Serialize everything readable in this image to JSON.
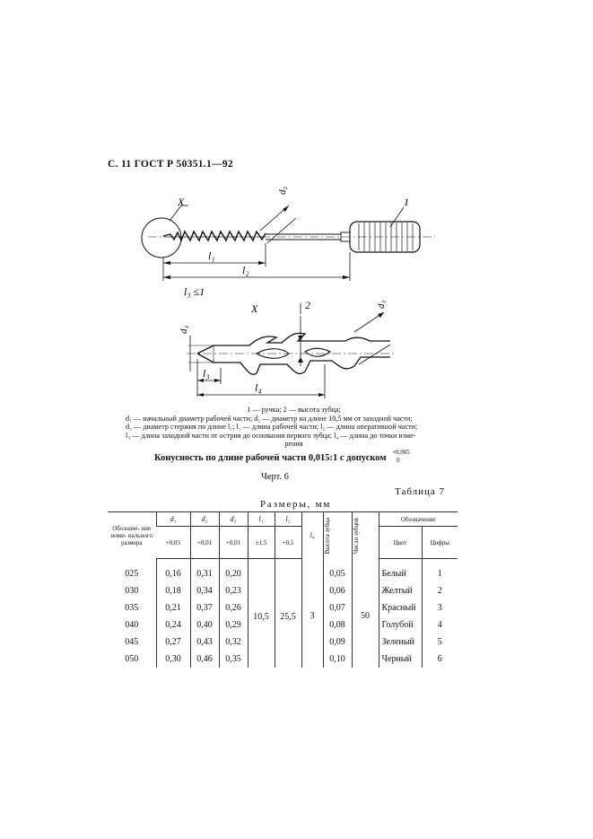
{
  "header": "С. 11 ГОСТ Р 50351.1—92",
  "drawing_top": {
    "label_x": "X",
    "label_1": "1",
    "label_d2": "d₂",
    "label_l1": "l₁",
    "label_l2": "l₂",
    "label_l3": "l₃ ≤1"
  },
  "drawing_detail": {
    "label_x": "X",
    "label_2": "2",
    "label_d1": "d₁",
    "label_d3": "d₃",
    "label_l3": "l₃",
    "label_l4": "l₄"
  },
  "legend": {
    "line1": "1 — ручка; 2 — высота зубца;",
    "line2": "d₁ — начальный диаметр рабочей части; d₂ — диаметр на длине 10,5 мм от заходной части;",
    "line3": "d₃ — диаметр стержня по длине l₁; l₁ — длина рабочей части; l₂ — длина оперативной части;",
    "line4": "l₃ — длина заходной части от острия до основания первого зубца; l₄ — длина до точки изме-",
    "line5": "рения"
  },
  "konus": {
    "text": "Конусность по длине рабочей части 0,015:1 с допуском",
    "tol_upper": "+0,005",
    "tol_lower": "0"
  },
  "chert": "Черт. 6",
  "table_title": "Таблица 7",
  "table_caption": "Размеры, мм",
  "table": {
    "h_designation": "Обозначе- ние номи- нального размера",
    "h_d1": "d₁",
    "h_d2": "d₂",
    "h_d3": "d₃",
    "h_l1": "l₁",
    "h_l2": "l₂",
    "h_l4": "l₄",
    "h_tooth_height": "Высота зубца",
    "h_tooth_count": "Число зубцов",
    "h_marking": "Обозначение",
    "h_color": "Цвет",
    "h_digits": "Цифры",
    "t_d1": "+0,03",
    "t_d2": "+0,01",
    "t_d3": "+0,01",
    "t_l1": "±1,5",
    "t_l2": "+0,5",
    "l1_value": "10,5",
    "l2_value": "25,5",
    "l4_value": "3",
    "tooth_count_value": "50",
    "rows": [
      {
        "size": "025",
        "d1": "0,16",
        "d2": "0,31",
        "d3": "0,20",
        "h": "0,05",
        "color": "Белый",
        "digit": "1"
      },
      {
        "size": "030",
        "d1": "0,18",
        "d2": "0,34",
        "d3": "0,23",
        "h": "0,06",
        "color": "Желтый",
        "digit": "2"
      },
      {
        "size": "035",
        "d1": "0,21",
        "d2": "0,37",
        "d3": "0,26",
        "h": "0,07",
        "color": "Красный",
        "digit": "3"
      },
      {
        "size": "040",
        "d1": "0,24",
        "d2": "0,40",
        "d3": "0,29",
        "h": "0,08",
        "color": "Голубой",
        "digit": "4"
      },
      {
        "size": "045",
        "d1": "0,27",
        "d2": "0,43",
        "d3": "0,32",
        "h": "0,09",
        "color": "Зеленый",
        "digit": "5"
      },
      {
        "size": "050",
        "d1": "0,30",
        "d2": "0,46",
        "d3": "0,35",
        "h": "0,10",
        "color": "Черный",
        "digit": "6"
      }
    ]
  }
}
